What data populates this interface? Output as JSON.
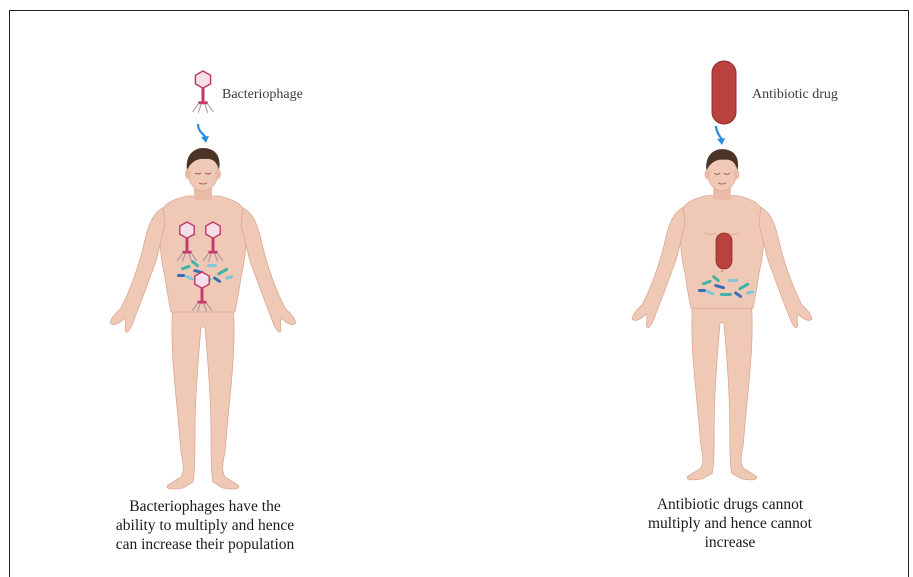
{
  "left_panel": {
    "agent_label": "Bacteriophage",
    "caption_lines": [
      "Bacteriophages have the",
      "ability to multiply and hence",
      "can increase their population"
    ]
  },
  "right_panel": {
    "agent_label": "Antibiotic drug",
    "caption_lines": [
      "Antibiotic drugs cannot",
      "multiply and hence cannot",
      "increase"
    ]
  },
  "colors": {
    "skin": "#f0c8b6",
    "skin_shadow": "#dba894",
    "hair": "#4a3428",
    "phage": "#c23a6b",
    "phage_head": "#f6dfe6",
    "pill": "#b9423f",
    "arrow": "#2a8ee0",
    "bacteria_teal": "#3fb3a7",
    "bacteria_blue": "#3a6db8"
  },
  "icons": [
    "bacteriophage-icon",
    "pill-icon",
    "arrow-icon",
    "human-body-icon",
    "bacteria-icon"
  ]
}
